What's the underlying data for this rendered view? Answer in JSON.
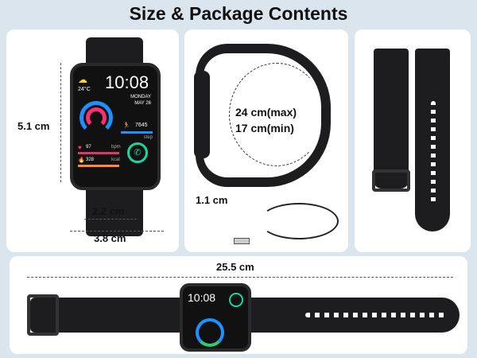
{
  "title": "Size & Package Contents",
  "panel_front": {
    "height_label": "5.1 cm",
    "screen_width_label": "2.2 cm",
    "width_label": "3.8 cm",
    "watch_face": {
      "temperature": "24°C",
      "time": "10:08",
      "day": "MONDAY",
      "date": "MAY 26",
      "steps": "7645",
      "steps_unit": "step",
      "heart_rate": "97",
      "heart_unit": "bpm",
      "calories": "328",
      "calories_unit": "kcal"
    }
  },
  "panel_side": {
    "max_label": "24 cm(max)",
    "min_label": "17 cm(min)",
    "thickness_label": "1.1 cm"
  },
  "panel_bottom": {
    "length_label": "25.5 cm",
    "watch_face": {
      "time": "10:08"
    }
  },
  "colors": {
    "background": "#dbe5ee",
    "strap": "#1d1d1f",
    "ring_blue": "#1e90ff",
    "ring_green": "#2ecc71",
    "ring_pink": "#ff2e6e",
    "call_green": "#19d6a0"
  }
}
